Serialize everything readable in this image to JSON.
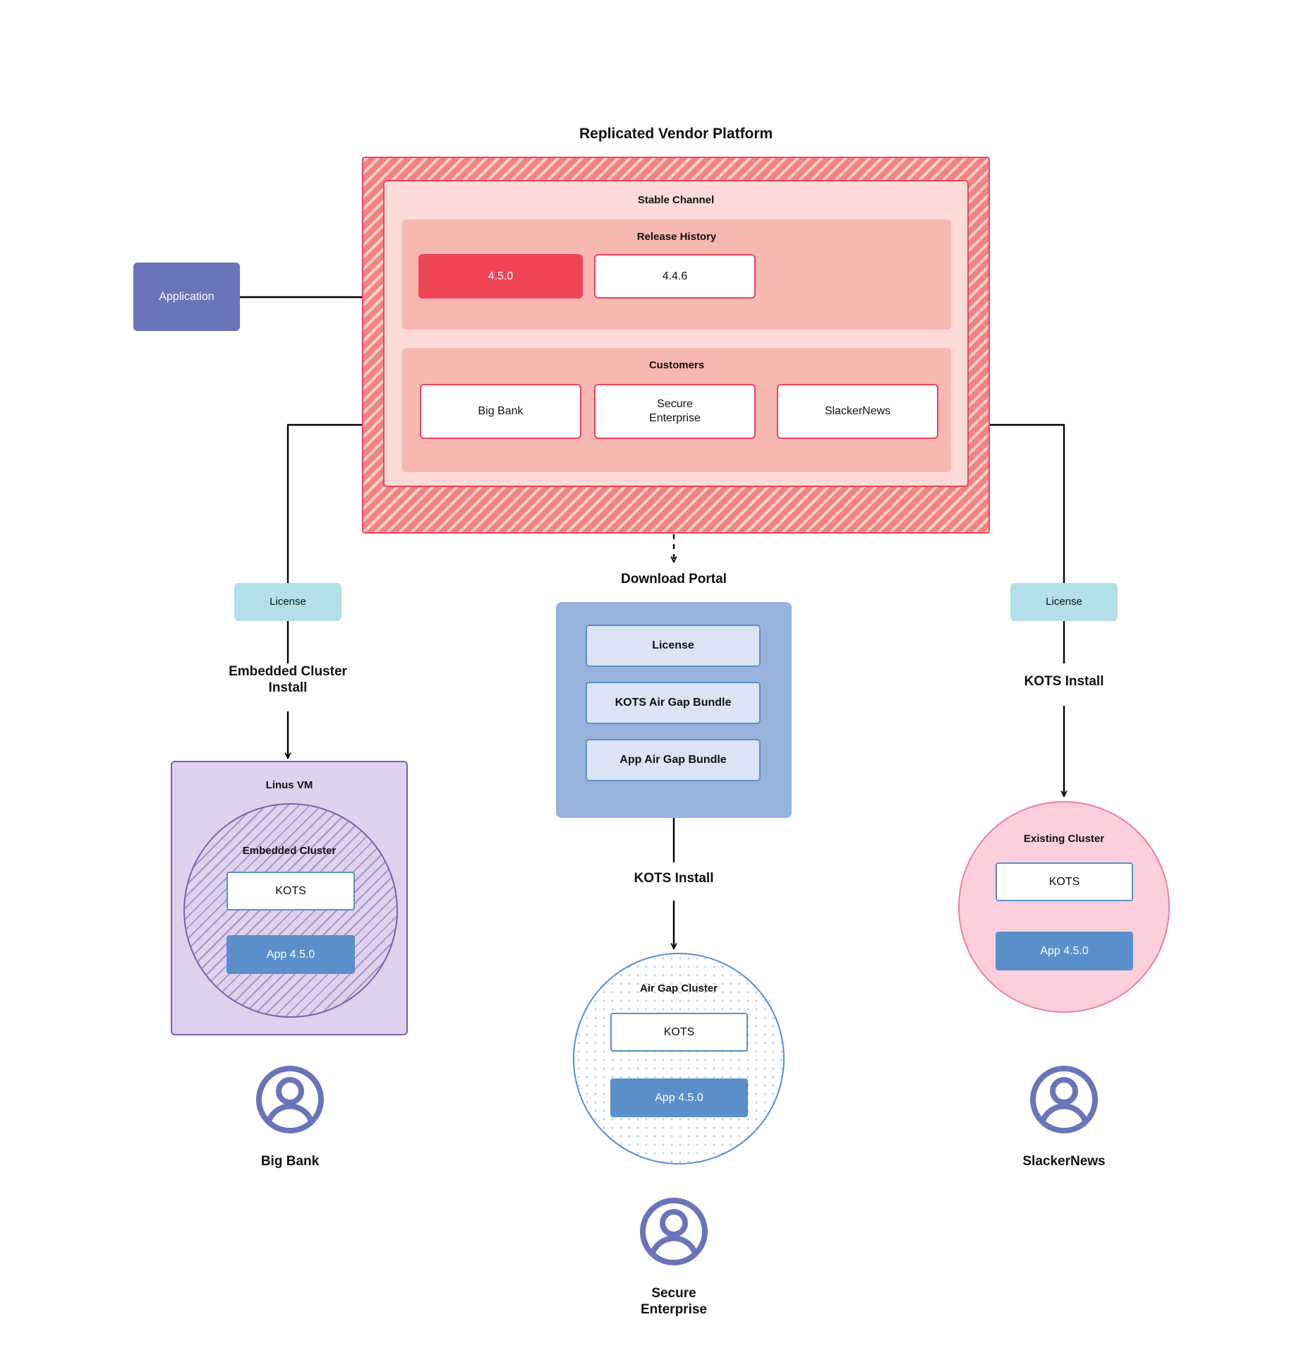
{
  "diagram": {
    "title": "Replicated Vendor Platform"
  },
  "application": {
    "label": "Application"
  },
  "vendor_platform": {
    "stable_channel": {
      "heading": "Stable Channel",
      "release_history": {
        "heading": "Release History",
        "releases": [
          {
            "version": "4.5.0",
            "state": "current"
          },
          {
            "version": "4.4.6",
            "state": "prior"
          }
        ]
      },
      "customers": {
        "heading": "Customers",
        "items": [
          {
            "name": "Big Bank"
          },
          {
            "name": "Secure\nEnterprise"
          },
          {
            "name": "SlackerNews"
          }
        ]
      }
    }
  },
  "left_flow": {
    "license_label": "License",
    "install_label": "Embedded Cluster\nInstall",
    "vm": {
      "heading": "Linus VM",
      "cluster_heading": "Embedded Cluster",
      "kots_label": "KOTS",
      "app_label": "App 4.5.0"
    },
    "persona": {
      "icon": "user-avatar-icon",
      "label": "Big Bank"
    }
  },
  "middle_flow": {
    "portal_title": "Download  Portal",
    "portal_items": [
      {
        "label": "License"
      },
      {
        "label": "KOTS Air Gap Bundle"
      },
      {
        "label": "App Air Gap Bundle"
      }
    ],
    "install_label": "KOTS Install",
    "cluster": {
      "heading": "Air Gap Cluster",
      "kots_label": "KOTS",
      "app_label": "App 4.5.0"
    },
    "persona": {
      "icon": "user-avatar-icon",
      "label": "Secure\nEnterprise"
    }
  },
  "right_flow": {
    "license_label": "License",
    "install_label": "KOTS Install",
    "cluster": {
      "heading": "Existing Cluster",
      "kots_label": "KOTS",
      "app_label": "App 4.5.0"
    },
    "persona": {
      "icon": "user-avatar-icon",
      "label": "SlackerNews"
    }
  },
  "colors": {
    "vendor_red": "#ef4458",
    "vendor_hatch": "#f4827f",
    "stable_channel_bg": "#fbdad7",
    "inner_panel_bg": "#f8b8b2",
    "application_purple": "#6a74b9",
    "license_teal": "#b3e0e8",
    "vm_purple": "#ddd2ee",
    "vm_purple_border": "#7f5ead",
    "kots_blue": "#5b8fc9",
    "portal_blue": "#96b3dc",
    "portal_item_blue": "#dbe3f5",
    "existing_cluster_pink": "#fbd0dc",
    "existing_cluster_border": "#ef7f9c",
    "connector_black": "#000000"
  }
}
